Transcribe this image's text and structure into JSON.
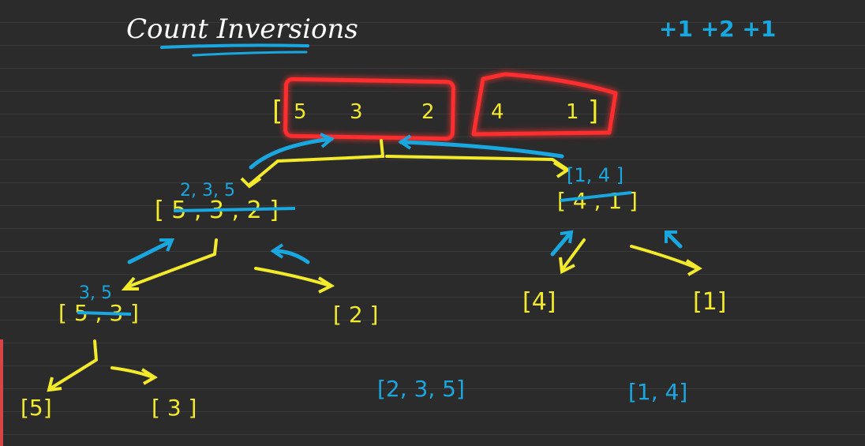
{
  "title": "Count Inversions",
  "score_tally": "+1 +2 +1",
  "colors": {
    "background": "#2b2b2b",
    "chalk_white": "#ffffff",
    "chalk_yellow": "#f2ea2a",
    "chalk_cyan": "#19a7e0",
    "highlight_red": "#ff2d2d"
  },
  "root": {
    "open_bracket": "[",
    "left_values": [
      "5",
      "3",
      "2"
    ],
    "right_values": [
      "4",
      "1"
    ],
    "close_bracket": "]"
  },
  "left_half": {
    "values": "[ 5 , 3 , 2 ]",
    "sorted_note": "2, 3, 5"
  },
  "right_half": {
    "values": "[ 4 , 1 ]",
    "sorted_note": "[1, 4 ]"
  },
  "level2": {
    "left_pair": "[ 5 , 3 ]",
    "left_pair_sorted_note": "3, 5",
    "single_2": "[ 2 ]",
    "single_4": "[4]",
    "single_1": "[1]"
  },
  "level3": {
    "single_5": "[5]",
    "single_3": "[ 3 ]"
  },
  "merged_results": {
    "left": "[2, 3, 5]",
    "right": "[1, 4]"
  }
}
